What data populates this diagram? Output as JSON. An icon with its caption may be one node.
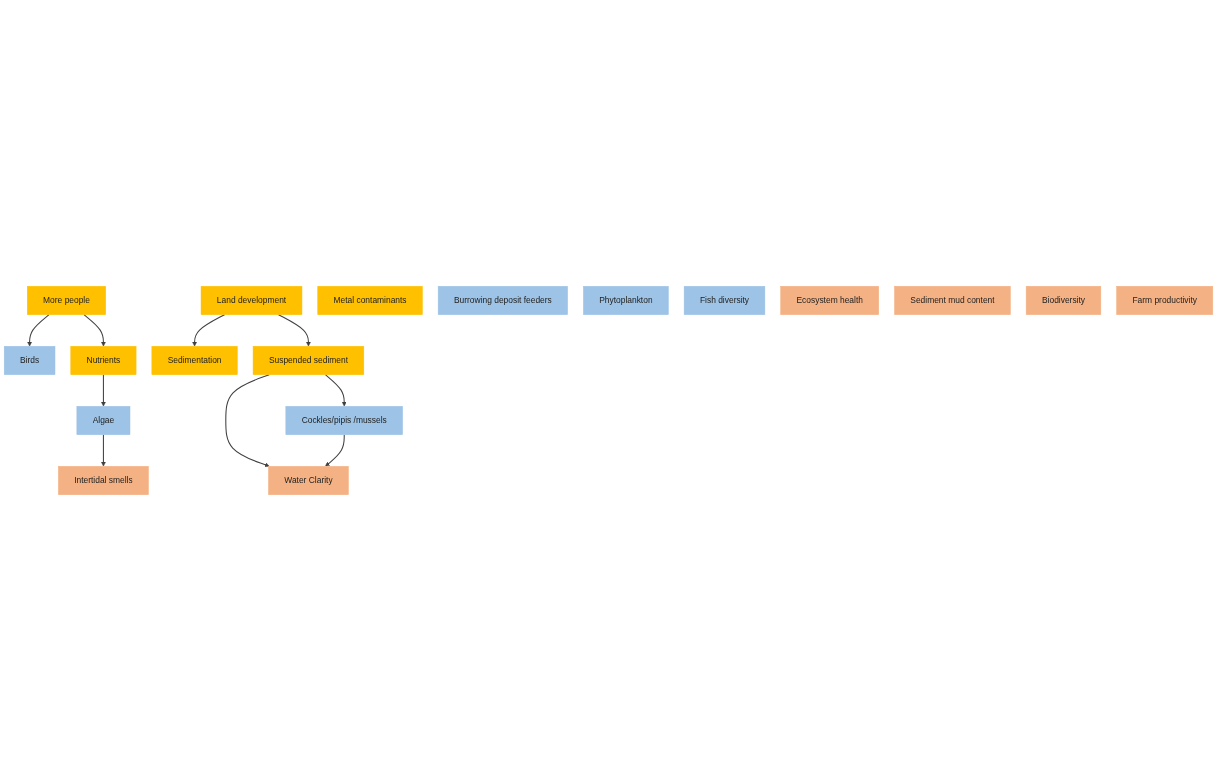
{
  "diagram": {
    "nodes": [
      {
        "text": [
          "More people"
        ]
      },
      {
        "text": [
          "Land development"
        ]
      },
      {
        "text": [
          "Metal contaminants"
        ]
      },
      {
        "text": [
          "Nutrients"
        ]
      },
      {
        "text": [
          "Sedimentation"
        ]
      },
      {
        "text": [
          "Suspended sediment"
        ]
      },
      {
        "text": [
          "Birds"
        ]
      },
      {
        "text": [
          "Burrowing deposit feeders"
        ]
      },
      {
        "text": [
          "Algae"
        ]
      },
      {
        "text": [
          "Cockles/pipis /mussels"
        ]
      },
      {
        "text": [
          "Phytoplankton"
        ]
      },
      {
        "text": [
          "Fish diversity"
        ]
      },
      {
        "text": [
          "Ecosystem health"
        ]
      },
      {
        "text": [
          "Water Clarity"
        ]
      },
      {
        "text": [
          "Sediment mud content"
        ]
      },
      {
        "text": [
          "Intertidal smells"
        ]
      },
      {
        "text": [
          "Biodiversity"
        ]
      },
      {
        "text": [
          "Farm productivity"
        ]
      }
    ],
    "edges": [
      {
        "from": 0,
        "to": 6,
        "arrow": "to"
      },
      {
        "from": 0,
        "to": 3,
        "arrow": "to"
      },
      {
        "from": 3,
        "to": 8,
        "arrow": "to"
      },
      {
        "from": 8,
        "to": 15,
        "arrow": "to"
      },
      {
        "from": 1,
        "to": 4,
        "arrow": "to"
      },
      {
        "from": 1,
        "to": 5,
        "arrow": "to"
      },
      {
        "from": 5,
        "to": 13,
        "arrow": "to"
      },
      {
        "from": 5,
        "to": 9,
        "arrow": "to"
      },
      {
        "from": 9,
        "to": 13,
        "arrow": "to"
      }
    ]
  }
}
